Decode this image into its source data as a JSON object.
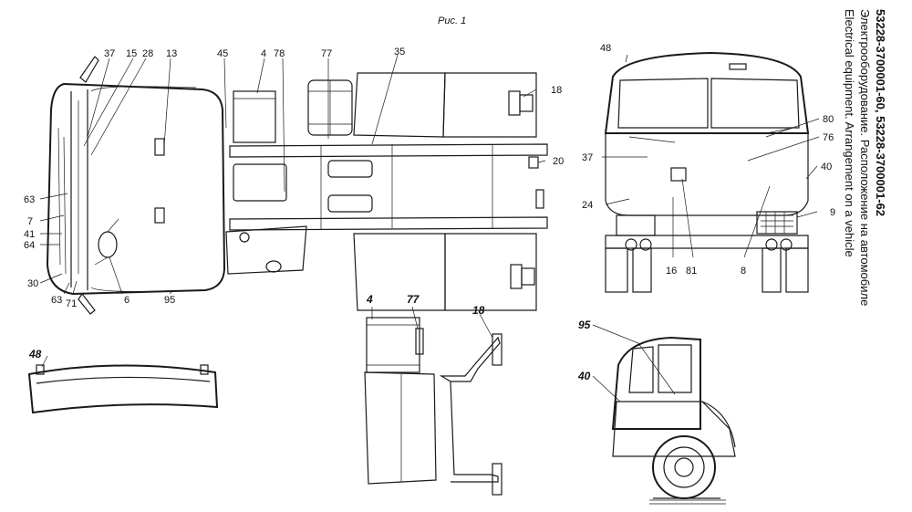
{
  "figure": {
    "title": "Рис. 1"
  },
  "caption": {
    "model": "53228-3700001-60, 53228-3700001-62",
    "ru": "Электрооборудование. Расположение на автомобиле",
    "en": "Electrical equipment. Arrangement on a vehicle"
  },
  "callouts": {
    "top_view": [
      "37",
      "15",
      "28",
      "13",
      "45",
      "4",
      "78",
      "77",
      "35",
      "18",
      "20",
      "63",
      "7",
      "41",
      "64",
      "30",
      "63",
      "71",
      "6",
      "95"
    ],
    "front_view": [
      "48",
      "80",
      "76",
      "37",
      "40",
      "24",
      "9",
      "16",
      "81",
      "8"
    ],
    "roof_view": [
      "48"
    ],
    "detail_view": [
      "4",
      "77",
      "18"
    ],
    "side_view": [
      "95",
      "40"
    ]
  }
}
